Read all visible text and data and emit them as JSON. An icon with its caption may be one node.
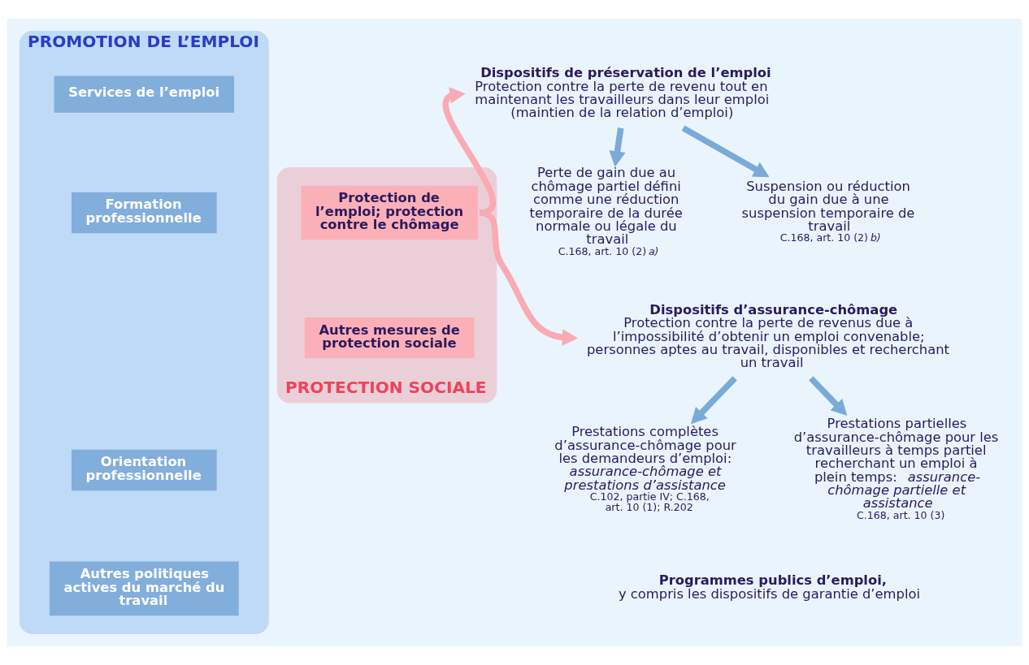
{
  "diagram": {
    "nodes": [
      {
        "text": [
          "PROMOTION DE L’EMPLOI"
        ]
      },
      {
        "text": [
          "Services de l’emploi"
        ],
        "in": 0
      },
      {
        "text": [
          "Formation professionnelle"
        ],
        "in": 0
      },
      {
        "text": [
          "Orientation professionnelle"
        ],
        "in": 0
      },
      {
        "text": [
          "Autres politiques actives du marché du travail"
        ],
        "in": 0
      },
      {
        "text": [
          "Dispositifs de préservation de l’emploi",
          "Protection contre la perte de revenu tout en maintenant les travailleurs dans leur emploi (maintien de la relation d’emploi)"
        ]
      },
      {
        "text": [
          "Perte de gain due au chômage partiel défini comme une réduction temporaire de la durée normale ou légale du travail",
          "C.168, art. 10 (2) *a)*"
        ]
      },
      {
        "text": [
          "Suspension ou réduction du gain due à une suspension temporaire de travail",
          "C.168, art. 10 (2) *b)*"
        ]
      },
      {
        "text": [
          "Dispositifs d’assurance-chômage",
          "Protection contre la perte de revenus due à l’impossibilité d’obtenir un emploi convenable; personnes aptes au travail, disponibles et recherchant un travail"
        ]
      },
      {
        "text": [
          "Prestations complètes d’assurance-chômage pour les demandeurs d’emploi: *assurance-chômage et prestations d’assistance*",
          "C.102, partie IV; C.168, art. 10 (1); R.202"
        ]
      },
      {
        "text": [
          "Prestations partielles d’assurance-chômage pour les travailleurs à temps partiel recherchant un emploi à plein temps: *assurance-chômage partielle et assistance*",
          "C.168, art. 10 (3)"
        ]
      },
      {
        "text": [
          "Programmes publics d’emploi,",
          "y compris les dispositifs de garantie d’emploi"
        ]
      },
      {
        "text": [
          "PROTECTION SOCIALE"
        ]
      },
      {
        "text": [
          "Protection de l’emploi; protection contre le chômage"
        ],
        "in": 12
      },
      {
        "text": [
          "Autres mesures de protection sociale"
        ],
        "in": 12
      }
    ],
    "edges": [
      {
        "from": 5,
        "to": 6,
        "arrow": "to"
      },
      {
        "from": 5,
        "to": 7,
        "arrow": "to"
      },
      {
        "from": 8,
        "to": 9,
        "arrow": "to"
      },
      {
        "from": 8,
        "to": 10,
        "arrow": "to"
      },
      {
        "from": 13,
        "to": 5,
        "arrow": "to",
        "color": "#f9aab3"
      },
      {
        "from": 13,
        "to": 8,
        "arrow": "to",
        "color": "#f9aab3"
      }
    ]
  }
}
